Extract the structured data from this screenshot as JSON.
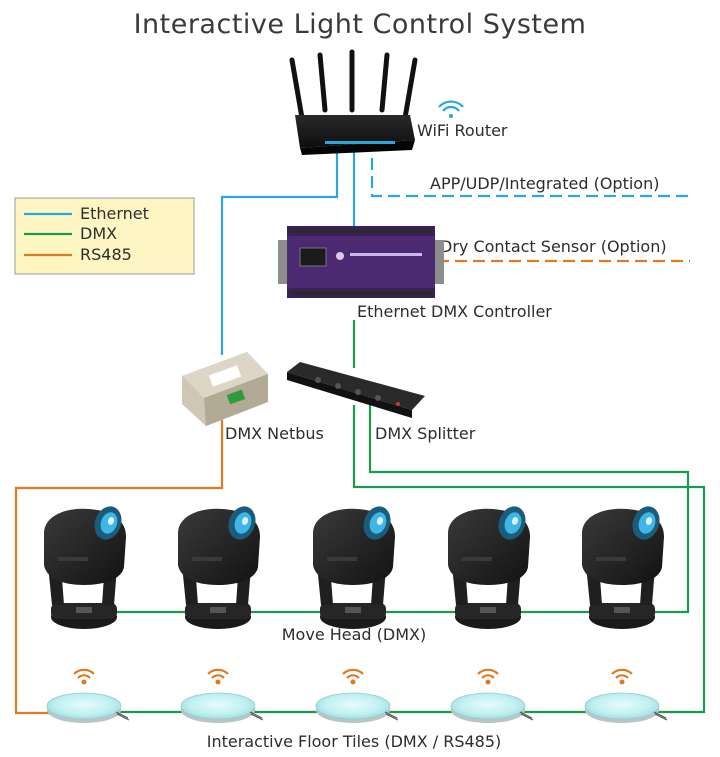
{
  "title": "Interactive Light Control System",
  "legend": {
    "items": [
      {
        "label": "Ethernet",
        "color": "#2aa7dc"
      },
      {
        "label": "DMX",
        "color": "#1c9a4b"
      },
      {
        "label": "RS485",
        "color": "#e07a1f"
      }
    ]
  },
  "devices": {
    "router": "WiFi Router",
    "controller": "Ethernet DMX Controller",
    "netbus": "DMX Netbus",
    "splitter": "DMX Splitter"
  },
  "options": {
    "app": "APP/UDP/Integrated (Option)",
    "dry_contact": "Dry Contact Sensor (Option)"
  },
  "groups": {
    "move_head": "Move Head (DMX)",
    "floor_tiles": "Interactive Floor Tiles (DMX / RS485)"
  },
  "counts": {
    "move_heads": 5,
    "floor_tiles": 5
  },
  "colors": {
    "ethernet": "#2aa7dc",
    "dmx": "#1c9a4b",
    "rs485": "#e07a1f",
    "legend_bg": "#fdf6c3",
    "wifi_icon": "#2aa7dc",
    "tile_wifi_icon": "#e07a1f",
    "controller": "#4b2a72"
  }
}
